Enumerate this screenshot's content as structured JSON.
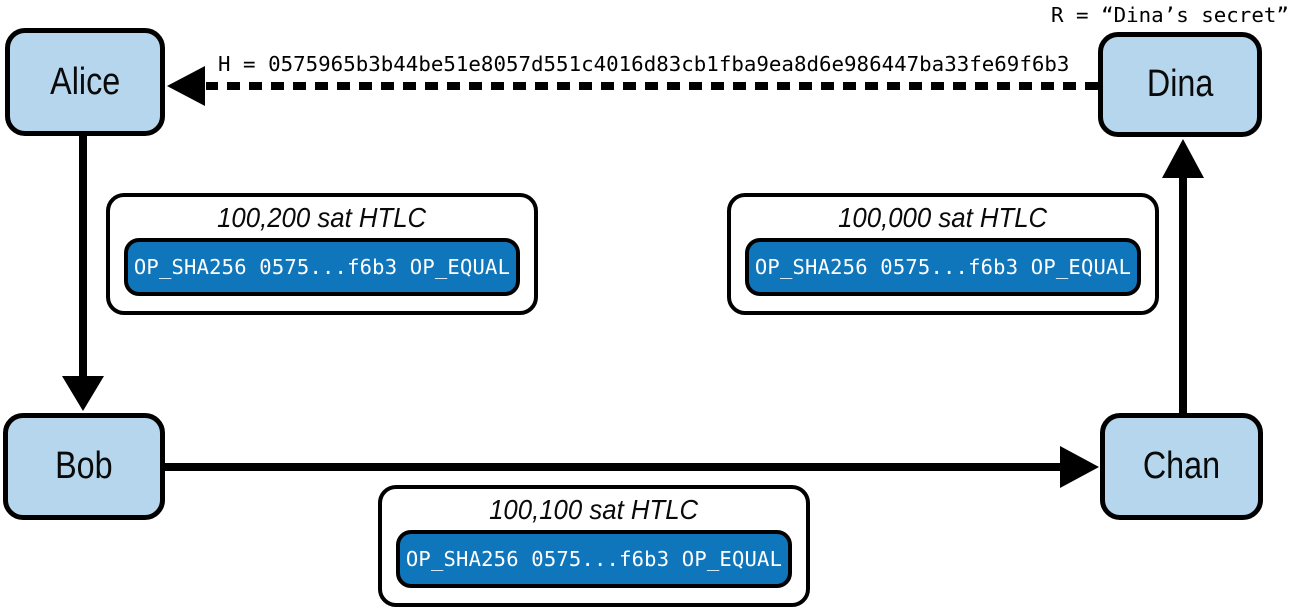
{
  "diagram": {
    "description": "HTLC payment routing diagram: Alice -> Bob -> Chan -> Dina with hash preimage from Dina",
    "secret_label": "R = “Dina’s secret”",
    "hash_label": "H = 0575965b3b44be51e8057d551c4016d83cb1fba9ea8d6e986447ba33fe69f6b3",
    "nodes": {
      "alice": "Alice",
      "bob": "Bob",
      "chan": "Chan",
      "dina": "Dina"
    },
    "htlcs": [
      {
        "title": "100,200 sat HTLC",
        "script": "OP_SHA256 0575...f6b3 OP_EQUAL"
      },
      {
        "title": "100,000 sat HTLC",
        "script": "OP_SHA256 0575...f6b3 OP_EQUAL"
      },
      {
        "title": "100,100 sat HTLC",
        "script": "OP_SHA256 0575...f6b3 OP_EQUAL"
      }
    ],
    "arrows": [
      {
        "from": "dina",
        "to": "alice",
        "style": "dashed"
      },
      {
        "from": "alice",
        "to": "bob",
        "style": "solid"
      },
      {
        "from": "bob",
        "to": "chan",
        "style": "solid"
      },
      {
        "from": "chan",
        "to": "dina",
        "style": "solid"
      }
    ],
    "colors": {
      "line": "#000000",
      "node_fill": "#b5d6ec",
      "script_fill": "#0f76bc"
    }
  }
}
